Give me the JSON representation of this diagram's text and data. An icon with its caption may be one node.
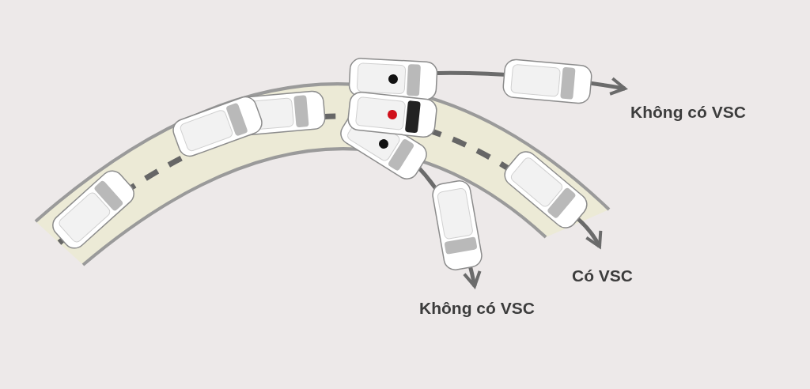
{
  "diagram": {
    "labels": [
      "Không có VSC",
      "Có VSC",
      "Không có VSC"
    ]
  }
}
